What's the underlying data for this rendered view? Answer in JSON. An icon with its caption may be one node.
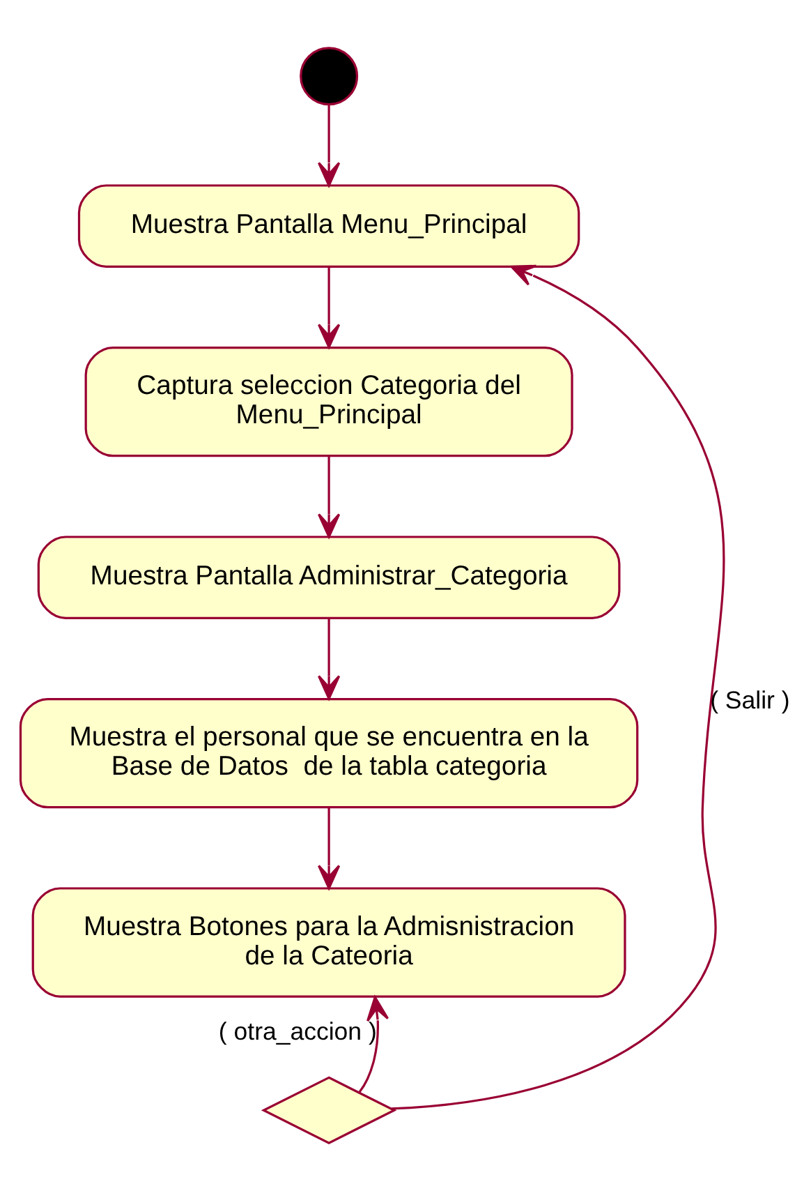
{
  "diagram": {
    "nodes": [
      {
        "text": [],
        "shape": "circle"
      },
      {
        "text": [
          "Muestra Pantalla Menu_Principal"
        ]
      },
      {
        "text": [
          "Captura seleccion Categoria del Menu_Principal"
        ]
      },
      {
        "text": [
          "Muestra Pantalla Administrar_Categoria"
        ]
      },
      {
        "text": [
          "Muestra el personal que se encuentra en la Base de Datos  de la tabla categoria"
        ]
      },
      {
        "text": [
          "Muestra Botones para la Admisnistracion  de la Cateoria"
        ]
      },
      {
        "text": [],
        "shape": "diamond"
      }
    ],
    "edges": [
      {
        "from": 0,
        "to": 1,
        "arrow": "to"
      },
      {
        "from": 1,
        "to": 2,
        "arrow": "to"
      },
      {
        "from": 2,
        "to": 3,
        "arrow": "to"
      },
      {
        "from": 3,
        "to": 4,
        "arrow": "to"
      },
      {
        "from": 4,
        "to": 5,
        "arrow": "to"
      },
      {
        "from": 6,
        "to": 5,
        "arrow": "to",
        "label": "( otra_accion )"
      },
      {
        "from": 6,
        "to": 1,
        "arrow": "to",
        "label": "( Salir )"
      }
    ]
  }
}
